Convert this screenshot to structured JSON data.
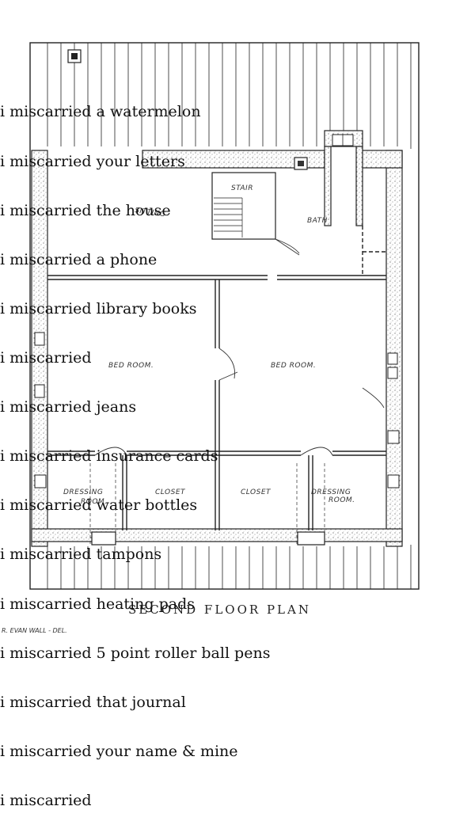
{
  "poem": {
    "lines": [
      "i miscarried a watermelon",
      "i miscarried your letters",
      "i miscarried the house",
      "i miscarried a phone",
      "i miscarried library books",
      "i miscarried",
      "i miscarried jeans",
      "i miscarried insurance cards",
      "i miscarried water bottles",
      "i miscarried tampons",
      "i miscarried heating pads",
      "i miscarried 5 point roller ball pens",
      "i miscarried that journal",
      "i miscarried your name & mine",
      "i miscarried"
    ]
  },
  "floor_plan": {
    "title": "SECOND FLOOR PLAN",
    "credit": "R. EVAN WALL - DEL.",
    "rooms": {
      "stair": "STAIR",
      "sitting": "SITTING",
      "bath": "BATH",
      "bed_left": "BED ROOM.",
      "bed_right": "BED ROOM.",
      "dressing_left_1": "DRESSING",
      "dressing_left_2": "ROOM.",
      "closet_left": "CLOSET",
      "closet_right": "CLOSET",
      "dressing_right_1": "DRESSING",
      "dressing_right_2": "ROOM."
    }
  }
}
